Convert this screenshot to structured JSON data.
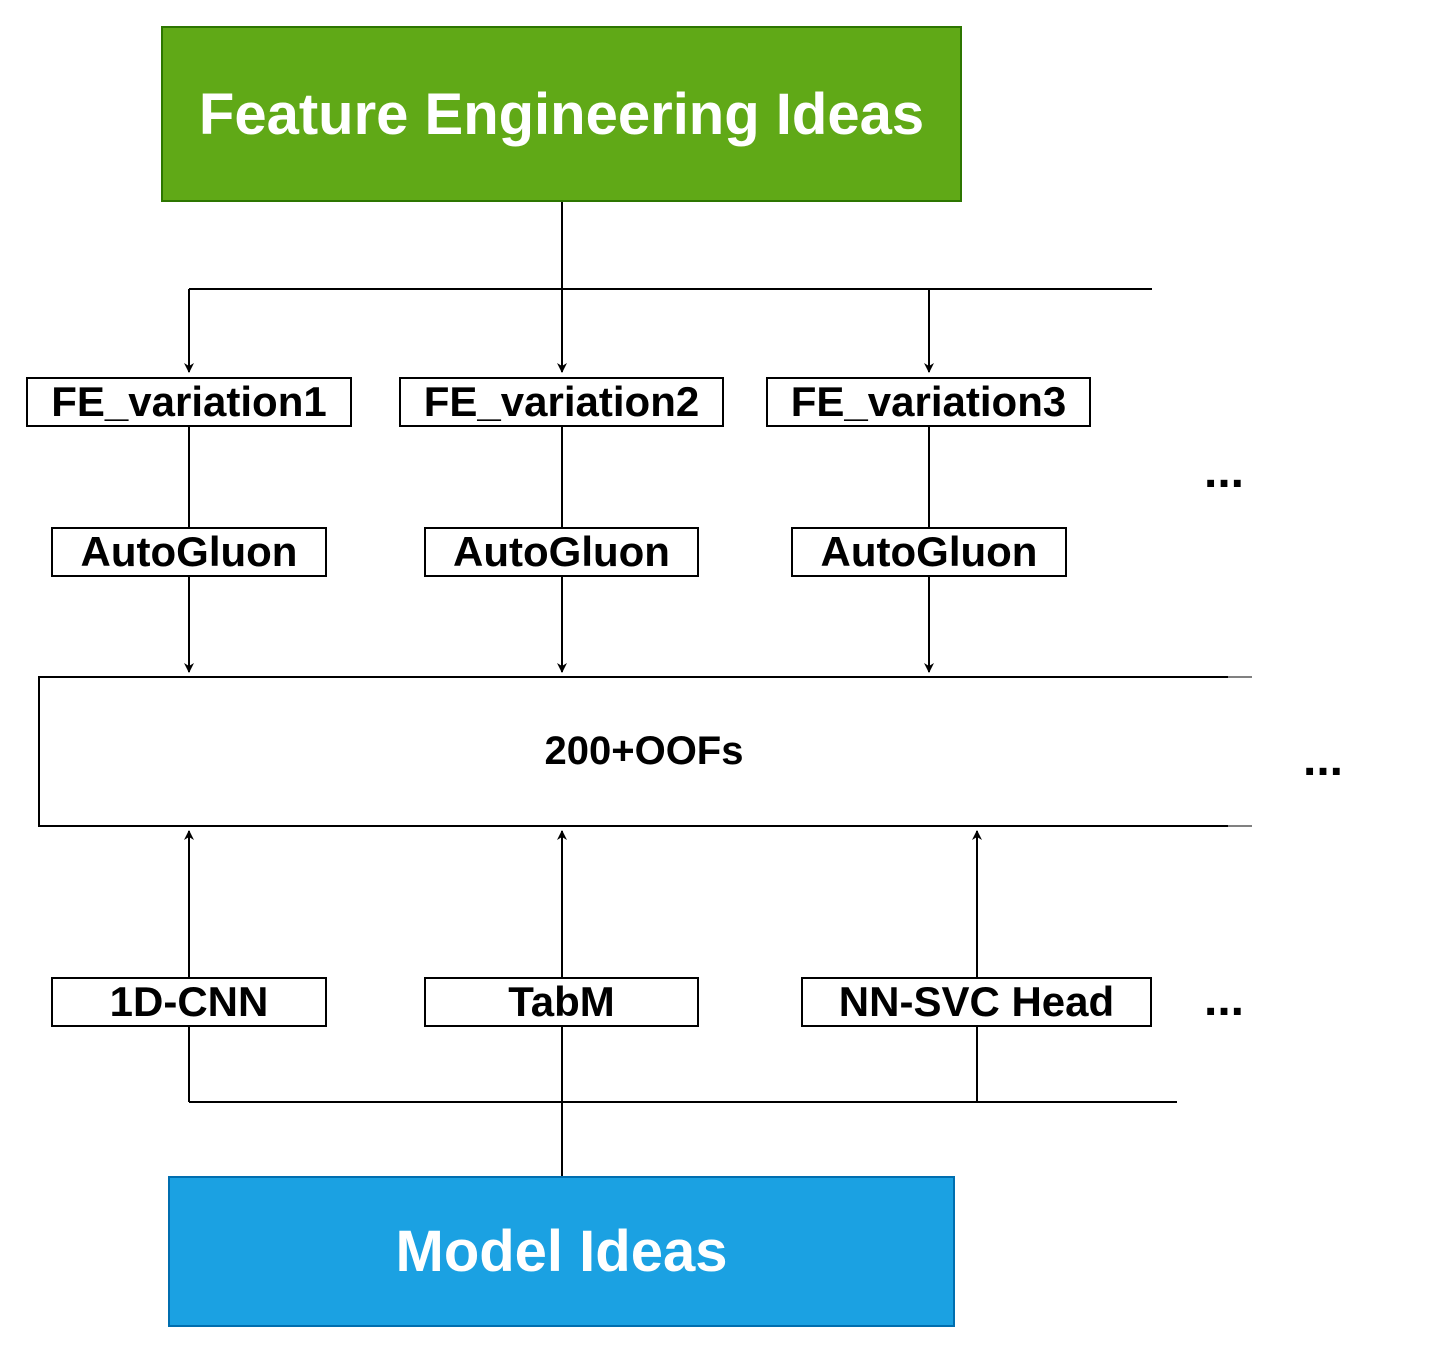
{
  "colors": {
    "feature_box": "#60a917",
    "model_box": "#1ba1e2",
    "line": "#000000"
  },
  "top": {
    "title": "Feature Engineering Ideas"
  },
  "fe_variations": [
    "FE_variation1",
    "FE_variation2",
    "FE_variation3"
  ],
  "learners": [
    "AutoGluon",
    "AutoGluon",
    "AutoGluon"
  ],
  "pool": {
    "label": "200+OOFs"
  },
  "models": [
    "1D-CNN",
    "TabM",
    "NN-SVC Head"
  ],
  "bottom": {
    "title": "Model Ideas"
  },
  "ellipsis": "..."
}
